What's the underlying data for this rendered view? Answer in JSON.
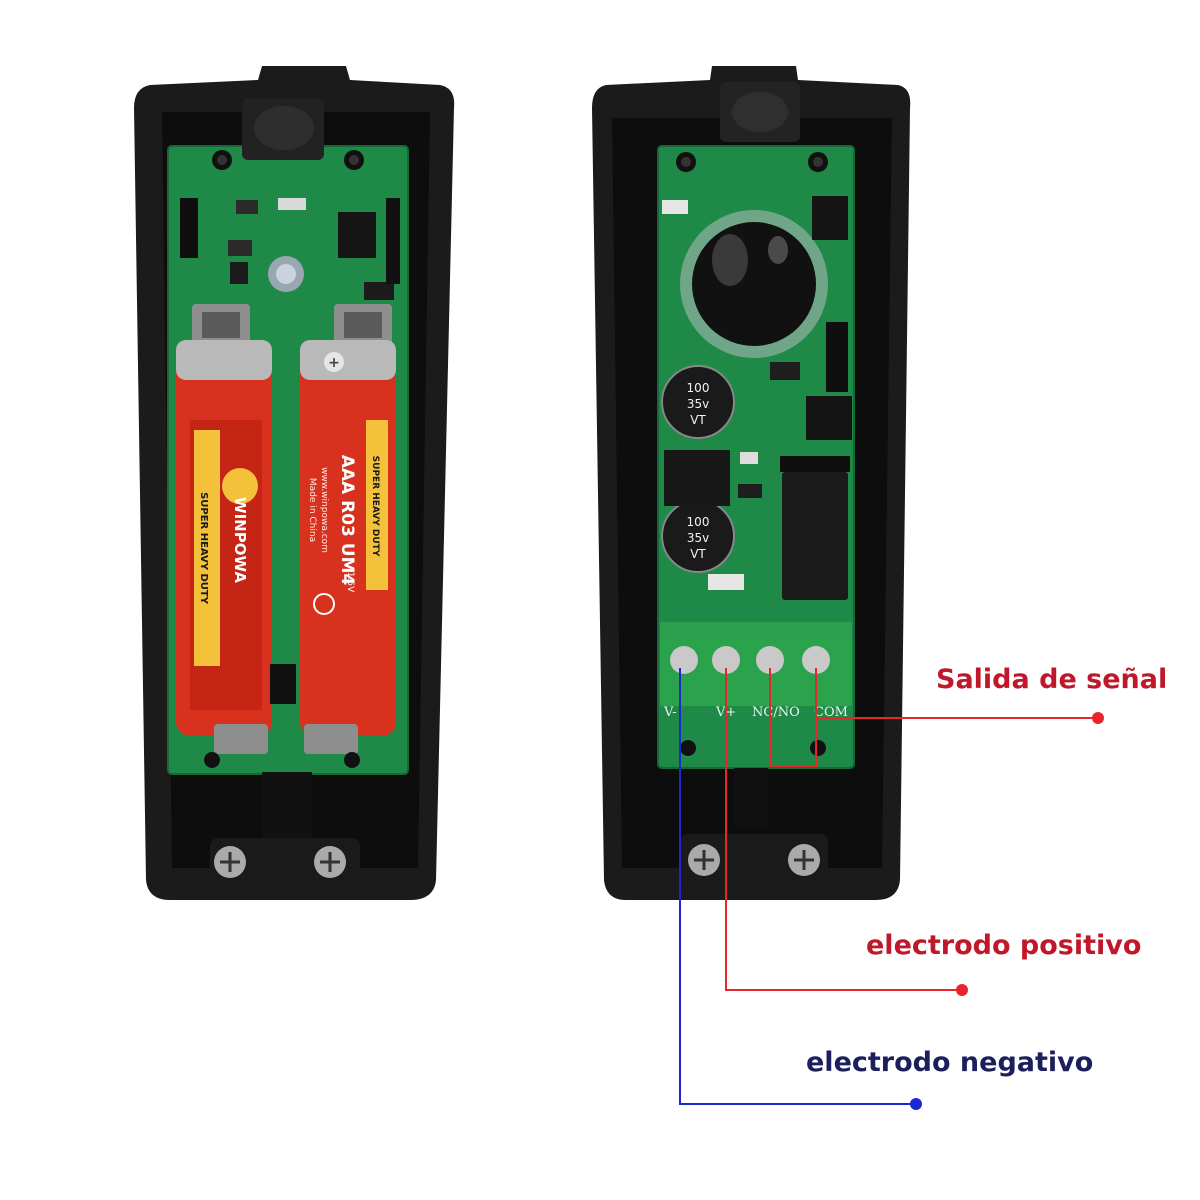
{
  "colors": {
    "housing": "#161616",
    "pcb": "#1f8a48",
    "battery": "#d8321f",
    "red_line": "#e8242c",
    "blue_line": "#1a2ad0",
    "salida_text": "#c0182a",
    "positivo_text": "#c0182a",
    "negativo_text": "#1c1f5c"
  },
  "callouts": {
    "salida": "Salida de señal",
    "positivo": "electrodo positivo",
    "negativo": "electrodo negativo"
  },
  "terminals": {
    "v_minus": "V-",
    "v_plus": "V+",
    "nc_no": "NC/NO",
    "com": "COM"
  },
  "capacitors": [
    {
      "value": "100",
      "voltage": "35v",
      "series": "VT"
    },
    {
      "value": "100",
      "voltage": "35v",
      "series": "VT"
    }
  ],
  "batteries": [
    {
      "brand": "WINPOWA",
      "band": "SUPER HEAVY DUTY"
    },
    {
      "size": "AAA R03 UM4",
      "voltage": "1.5V",
      "site": "www.winpowa.com",
      "origin": "Made in China",
      "band": "SUPER HEAVY DUTY"
    }
  ]
}
